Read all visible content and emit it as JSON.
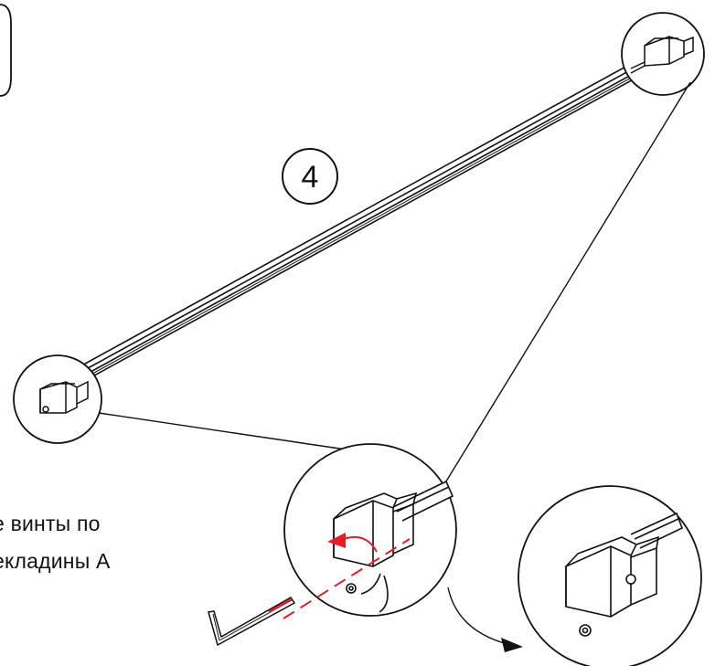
{
  "step": {
    "number": "4"
  },
  "instruction": {
    "line1": "е винты по",
    "line2": "екладины А"
  },
  "colors": {
    "line": "#111111",
    "accent": "#e31e24",
    "step_badge_fill": "#ffffff"
  },
  "icons": {
    "tool": "hex-key-icon",
    "rotate": "rotation-arrow-icon",
    "result": "curved-arrow-icon"
  }
}
